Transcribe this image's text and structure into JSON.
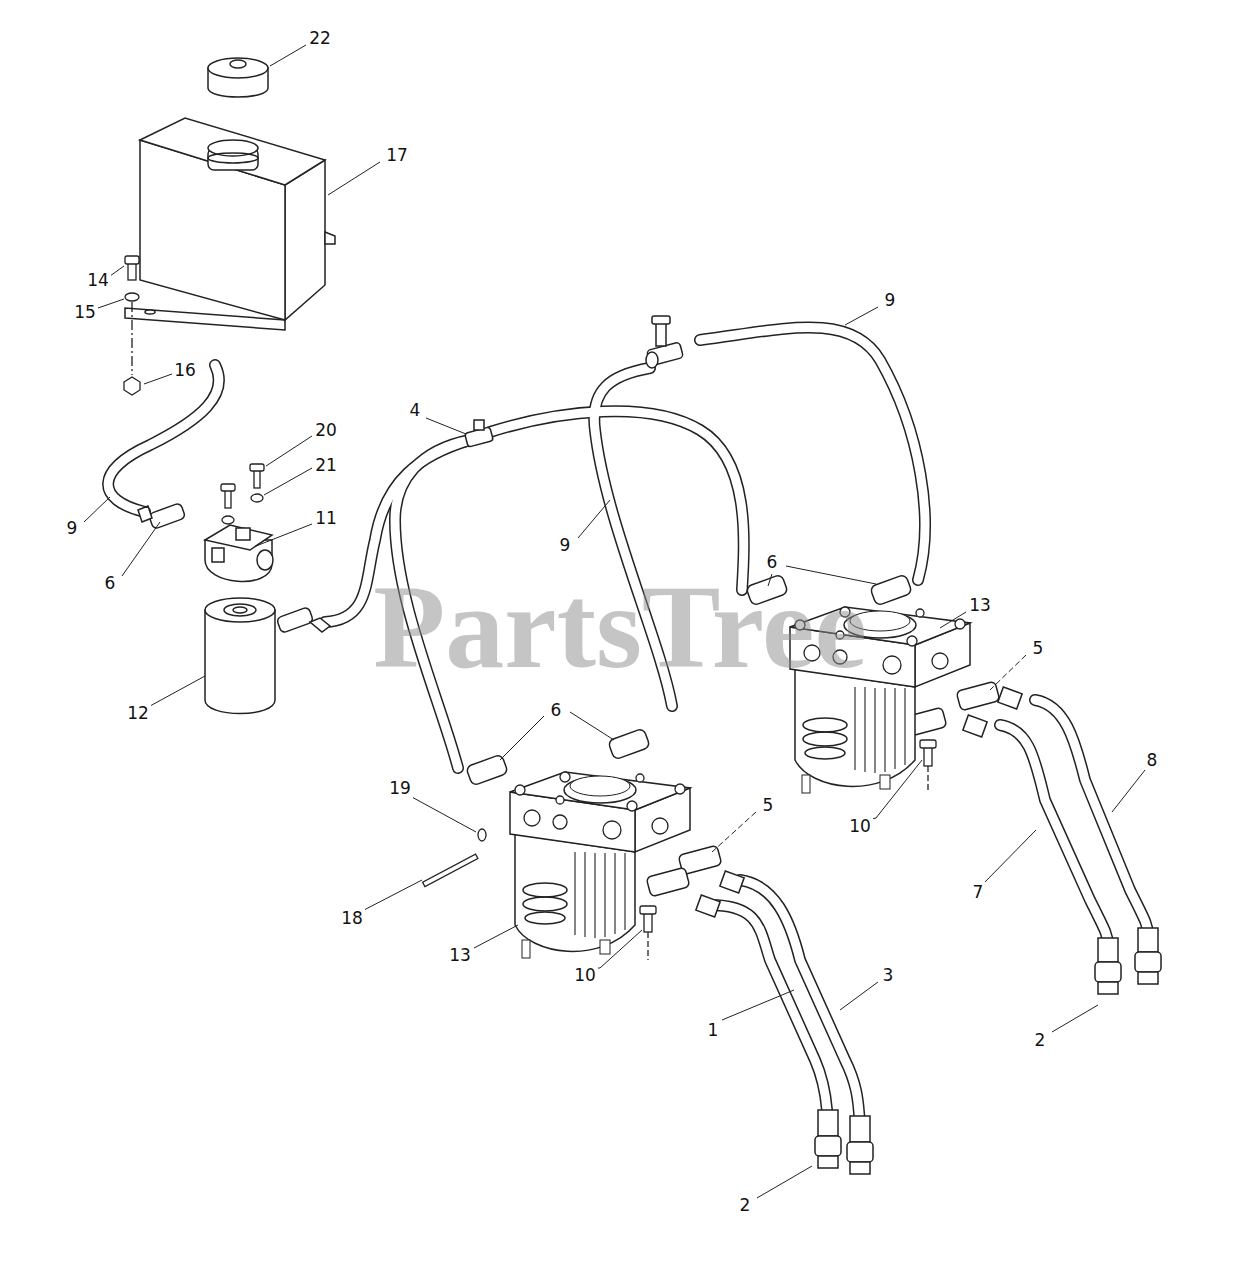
{
  "diagram": {
    "labels": [
      "22",
      "17",
      "14",
      "9",
      "15",
      "16",
      "4",
      "20",
      "21",
      "11",
      "9",
      "9",
      "6",
      "6",
      "13",
      "PartsTree",
      "5",
      "6",
      "12",
      "8",
      "19",
      "5",
      "10",
      "7",
      "18",
      "13",
      "10",
      "3",
      "1",
      "2",
      "2"
    ]
  }
}
